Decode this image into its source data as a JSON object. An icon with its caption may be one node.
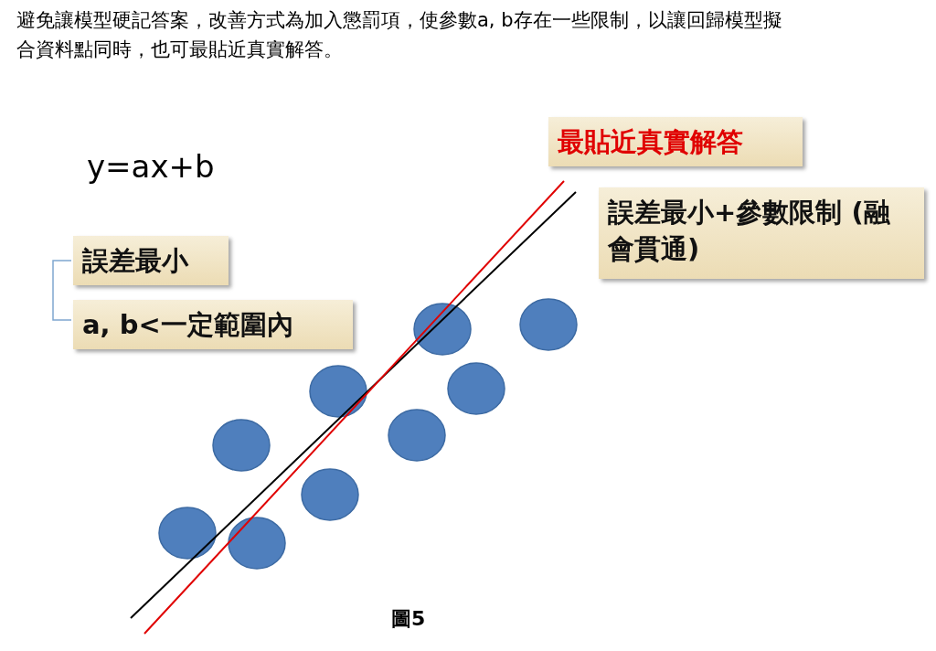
{
  "diagram": {
    "title": "避免讓模型硬記答案，改善方式為加入懲罰項，使參數a, b存在一些限制，以讓回歸模型擬合資料點同時，也可最貼近真實解答。",
    "caption": "圖5",
    "nodes": [
      {
        "text": [
          "最貼近真實解答"
        ]
      },
      {
        "text": [
          "誤差最小+參數限制 (融會貫通)"
        ]
      },
      {
        "text": [
          "誤差最小"
        ]
      },
      {
        "text": [
          "a, b<一定範圍內"
        ]
      }
    ],
    "labels": [
      "y=ax+b"
    ]
  }
}
